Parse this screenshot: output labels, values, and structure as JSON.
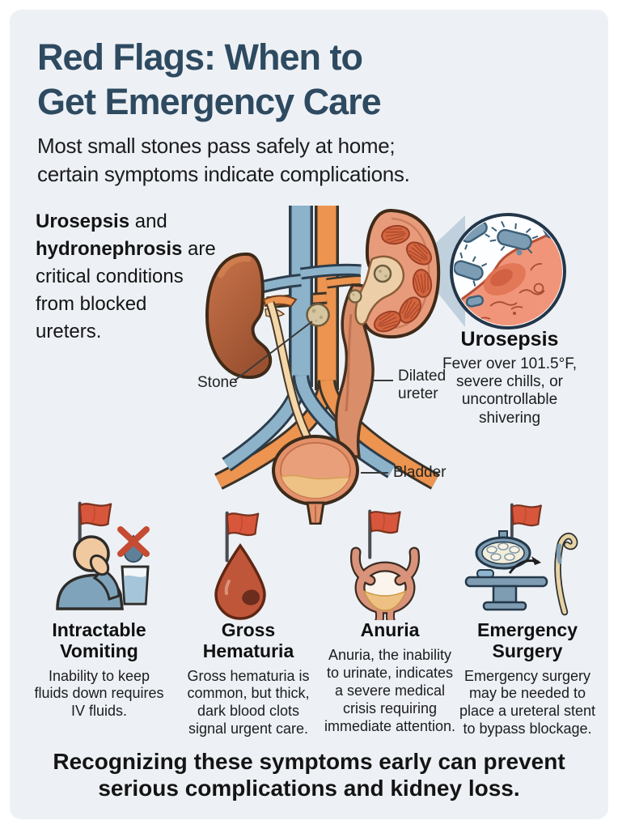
{
  "header": {
    "title": "Red Flags: When to\nGet Emergency Care",
    "subtitle": "Most small stones pass safely at home;\ncertain symptoms indicate complications."
  },
  "intro": {
    "term1": "Urosepsis",
    "connector": " and ",
    "term2": "hydronephrosis",
    "rest": " are critical conditions from blocked ureters."
  },
  "diagram": {
    "stone_label": "Stone",
    "dilated_ureter_label": "Dilated\nureter",
    "bladder_label": "Bladder"
  },
  "urosepsis": {
    "title": "Urosepsis",
    "description": "Fever over 101.5°F,\nsevere chills, or\nuncontrollable\nshivering"
  },
  "symptoms": [
    {
      "icon": "vomiting-person-icon",
      "title": "Intractable\nVomiting",
      "description": "Inability to keep\nfluids down requires\nIV fluids."
    },
    {
      "icon": "blood-drop-icon",
      "title": "Gross\nHematuria",
      "description": "Gross hematuria is\ncommon, but thick,\ndark blood clots\nsignal urgent care."
    },
    {
      "icon": "bladder-icon",
      "title": "Anuria",
      "description": "Anuria, the inability\nto urinate, indicates\na severe medical\ncrisis requiring\nimmediate attention."
    },
    {
      "icon": "surgery-icon",
      "title": "Emergency\nSurgery",
      "description": "Emergency surgery\nmay be needed to\nplace a ureteral stent\nto bypass blockage."
    }
  ],
  "footer": {
    "note": "Recognizing these symptoms early can prevent\nserious complications and kidney loss."
  },
  "colors": {
    "page_background": "#ffffff",
    "panel_background": "#edf1f5",
    "title_text": "#2e4a61",
    "body_text": "#1c1c1e",
    "flag_red": "#d8573c",
    "vessel_blue": "#8db3cb",
    "vessel_orange": "#ec9450",
    "kidney_brown": "#b2613a",
    "ureter_salmon": "#d98d68",
    "stone_tan": "#d9c7a2",
    "bacteria_blue": "#7d9db4",
    "inflamed_tissue": "#f09579"
  }
}
